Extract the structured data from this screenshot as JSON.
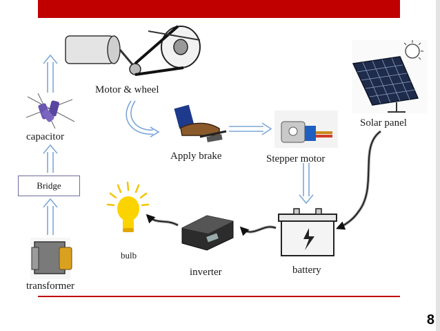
{
  "slide": {
    "page_number": "8",
    "accent_color": "#c00000"
  },
  "components": {
    "motor_wheel": "Motor & wheel",
    "solar_panel": "Solar panel",
    "capacitor": "capacitor",
    "apply_brake": "Apply brake",
    "stepper_motor": "Stepper motor",
    "bridge": "Bridge",
    "bulb": "bulb",
    "inverter": "inverter",
    "battery": "battery",
    "transformer": "transformer"
  }
}
